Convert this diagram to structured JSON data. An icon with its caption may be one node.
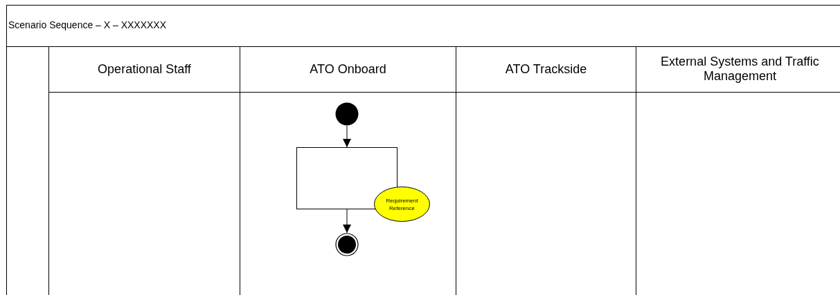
{
  "diagram": {
    "title": "Scenario Sequence – X – XXXXXXX",
    "nodes": [
      {
        "text": [
          "Operational Staff"
        ]
      },
      {
        "text": [
          "ATO Onboard"
        ]
      },
      {
        "text": [
          "ATO Trackside"
        ]
      },
      {
        "text": [
          "External Systems and Traffic Management"
        ]
      },
      {
        "text": [],
        "shape": "circle",
        "in": 1
      },
      {
        "text": [],
        "shape": "box",
        "in": 1
      },
      {
        "text": [
          "Requirement Reference"
        ],
        "in": 1
      },
      {
        "text": [],
        "shape": "circle",
        "in": 1
      }
    ],
    "edges": [
      {
        "from": 4,
        "to": 5,
        "arrow": "to"
      },
      {
        "from": 5,
        "to": 7,
        "arrow": "to"
      }
    ]
  }
}
